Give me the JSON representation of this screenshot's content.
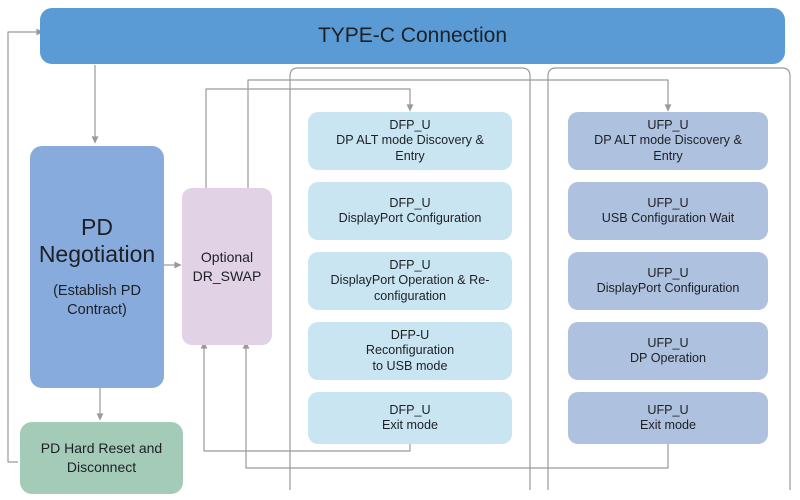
{
  "diagram": {
    "header": {
      "label": "TYPE-C Connection"
    },
    "pd_negotiation": {
      "title_line1": "PD",
      "title_line2": "Negotiation",
      "sub_line1": "(Establish PD",
      "sub_line2": "Contract)"
    },
    "hard_reset": {
      "line1": "PD Hard Reset and",
      "line2": "Disconnect"
    },
    "dr_swap": {
      "line1": "Optional",
      "line2": "DR_SWAP"
    },
    "dfp_column": {
      "boxes": [
        {
          "line1": "DFP_U",
          "line2": "DP ALT mode Discovery &",
          "line3": "Entry"
        },
        {
          "line1": "DFP_U",
          "line2": "DisplayPort Configuration",
          "line3": ""
        },
        {
          "line1": "DFP_U",
          "line2": "DisplayPort Operation & Re-",
          "line3": "configuration"
        },
        {
          "line1": "DFP-U",
          "line2": "Reconfiguration",
          "line3": "to USB mode"
        },
        {
          "line1": "DFP_U",
          "line2": "Exit mode",
          "line3": ""
        }
      ]
    },
    "ufp_column": {
      "boxes": [
        {
          "line1": "UFP_U",
          "line2": "DP ALT mode Discovery &",
          "line3": "Entry"
        },
        {
          "line1": "UFP_U",
          "line2": "USB Configuration Wait",
          "line3": ""
        },
        {
          "line1": "UFP_U",
          "line2": "DisplayPort Configuration",
          "line3": ""
        },
        {
          "line1": "UFP_U",
          "line2": "DP Operation",
          "line3": ""
        },
        {
          "line1": "UFP_U",
          "line2": "Exit mode",
          "line3": ""
        }
      ]
    },
    "colors": {
      "header_fill": "#5b9bd5",
      "pd_negotiation_fill": "#88abdd",
      "hard_reset_fill": "#a3cbb8",
      "dr_swap_fill": "#e1d2e6",
      "dfp_fill": "#c9e5f1",
      "ufp_fill": "#aec1de",
      "connector_stroke": "#8a8a8a",
      "text": "#1d2025"
    }
  }
}
